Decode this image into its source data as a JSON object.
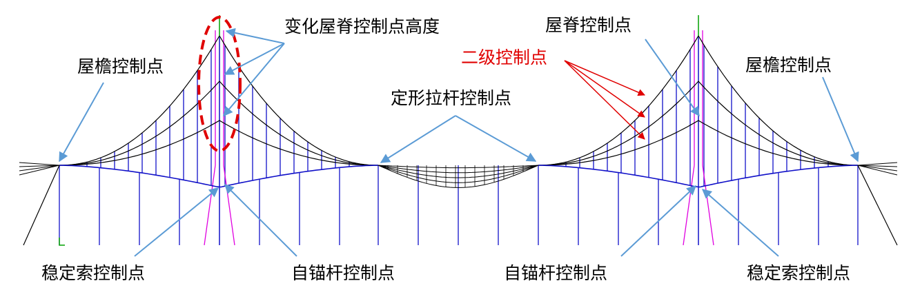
{
  "labels": {
    "ridge_height_change": "变化屋脊控制点高度",
    "eave_left": "屋檐控制点",
    "ridge": "屋脊控制点",
    "secondary": "二级控制点",
    "eave_right": "屋檐控制点",
    "tie_rod": "定形拉杆控制点",
    "stabilizer_left": "稳定索控制点",
    "anchor_left": "自锚杆控制点",
    "anchor_right": "自锚杆控制点",
    "stabilizer_right": "稳定索控制点"
  },
  "colors": {
    "cable": "#000000",
    "hanger": "#1010c8",
    "mast": "#e000e0",
    "arrow": "#5b9bd5",
    "secondary": "#e00000",
    "highlight": "#e00000",
    "marker": "#00a000"
  }
}
